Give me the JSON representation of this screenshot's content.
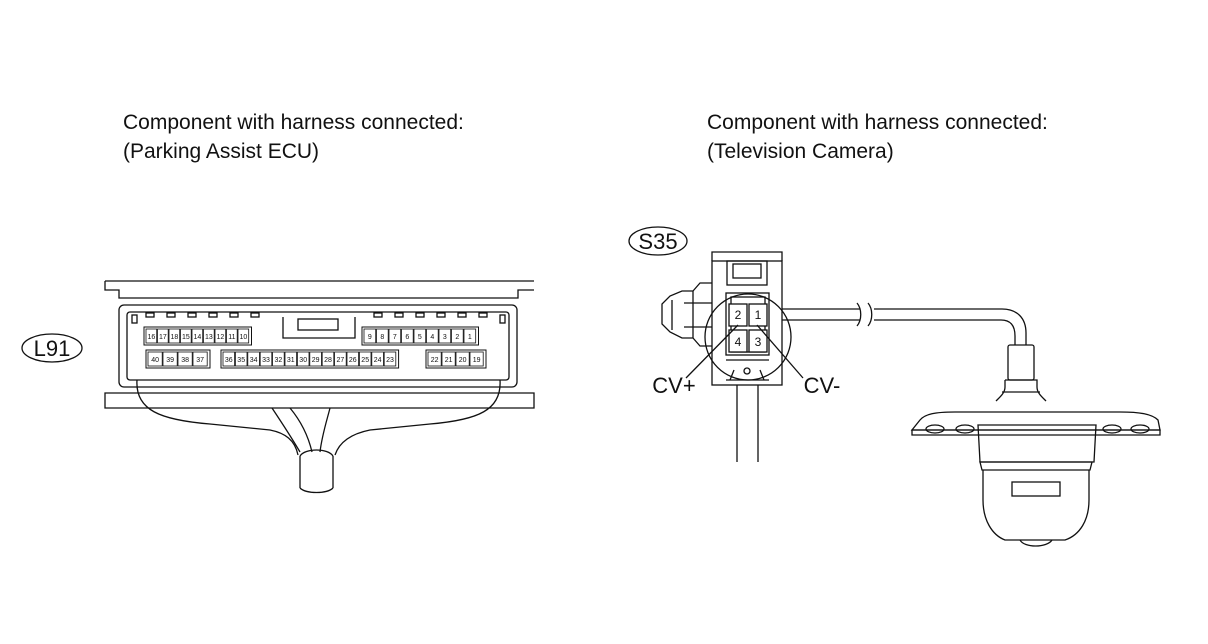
{
  "left_component": {
    "caption_line1": "Component with harness connected:",
    "caption_line2": "(Parking Assist ECU)",
    "connector_code": "L91",
    "pins_top_left": [
      "16",
      "17",
      "18",
      "15",
      "14",
      "13",
      "12",
      "11",
      "10"
    ],
    "pins_top_right": [
      "9",
      "8",
      "7",
      "6",
      "5",
      "4",
      "3",
      "2",
      "1"
    ],
    "pins_bottom_left": [
      "40",
      "39",
      "38",
      "37"
    ],
    "pins_bottom_mid": [
      "36",
      "35",
      "34",
      "33",
      "32",
      "31",
      "30",
      "29",
      "28",
      "27",
      "26",
      "25",
      "24",
      "23"
    ],
    "pins_bottom_right": [
      "22",
      "21",
      "20",
      "19"
    ]
  },
  "right_component": {
    "caption_line1": "Component with harness connected:",
    "caption_line2": "(Television Camera)",
    "connector_code": "S35",
    "pin_top_left": "2",
    "pin_top_right": "1",
    "pin_bottom_left": "4",
    "pin_bottom_right": "3",
    "terminal_plus": "CV+",
    "terminal_minus": "CV-"
  },
  "colors": {
    "line": "#111111",
    "background": "#ffffff"
  }
}
